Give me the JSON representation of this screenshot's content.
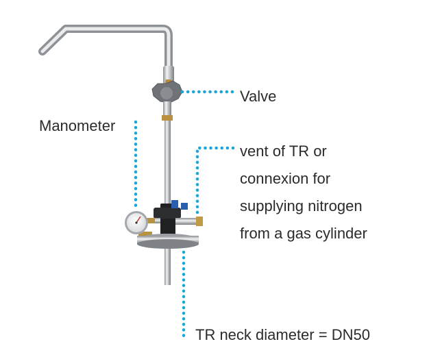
{
  "labels": {
    "valve": "Valve",
    "manometer": "Manometer",
    "vent_lines": [
      "vent of TR or",
      "connexion for",
      "supplying nitrogen",
      "from a gas cylinder"
    ],
    "neck": "TR neck diameter = DN50"
  },
  "colors": {
    "leader_dots": "#1aa7d8",
    "text": "#2b2b2b"
  }
}
